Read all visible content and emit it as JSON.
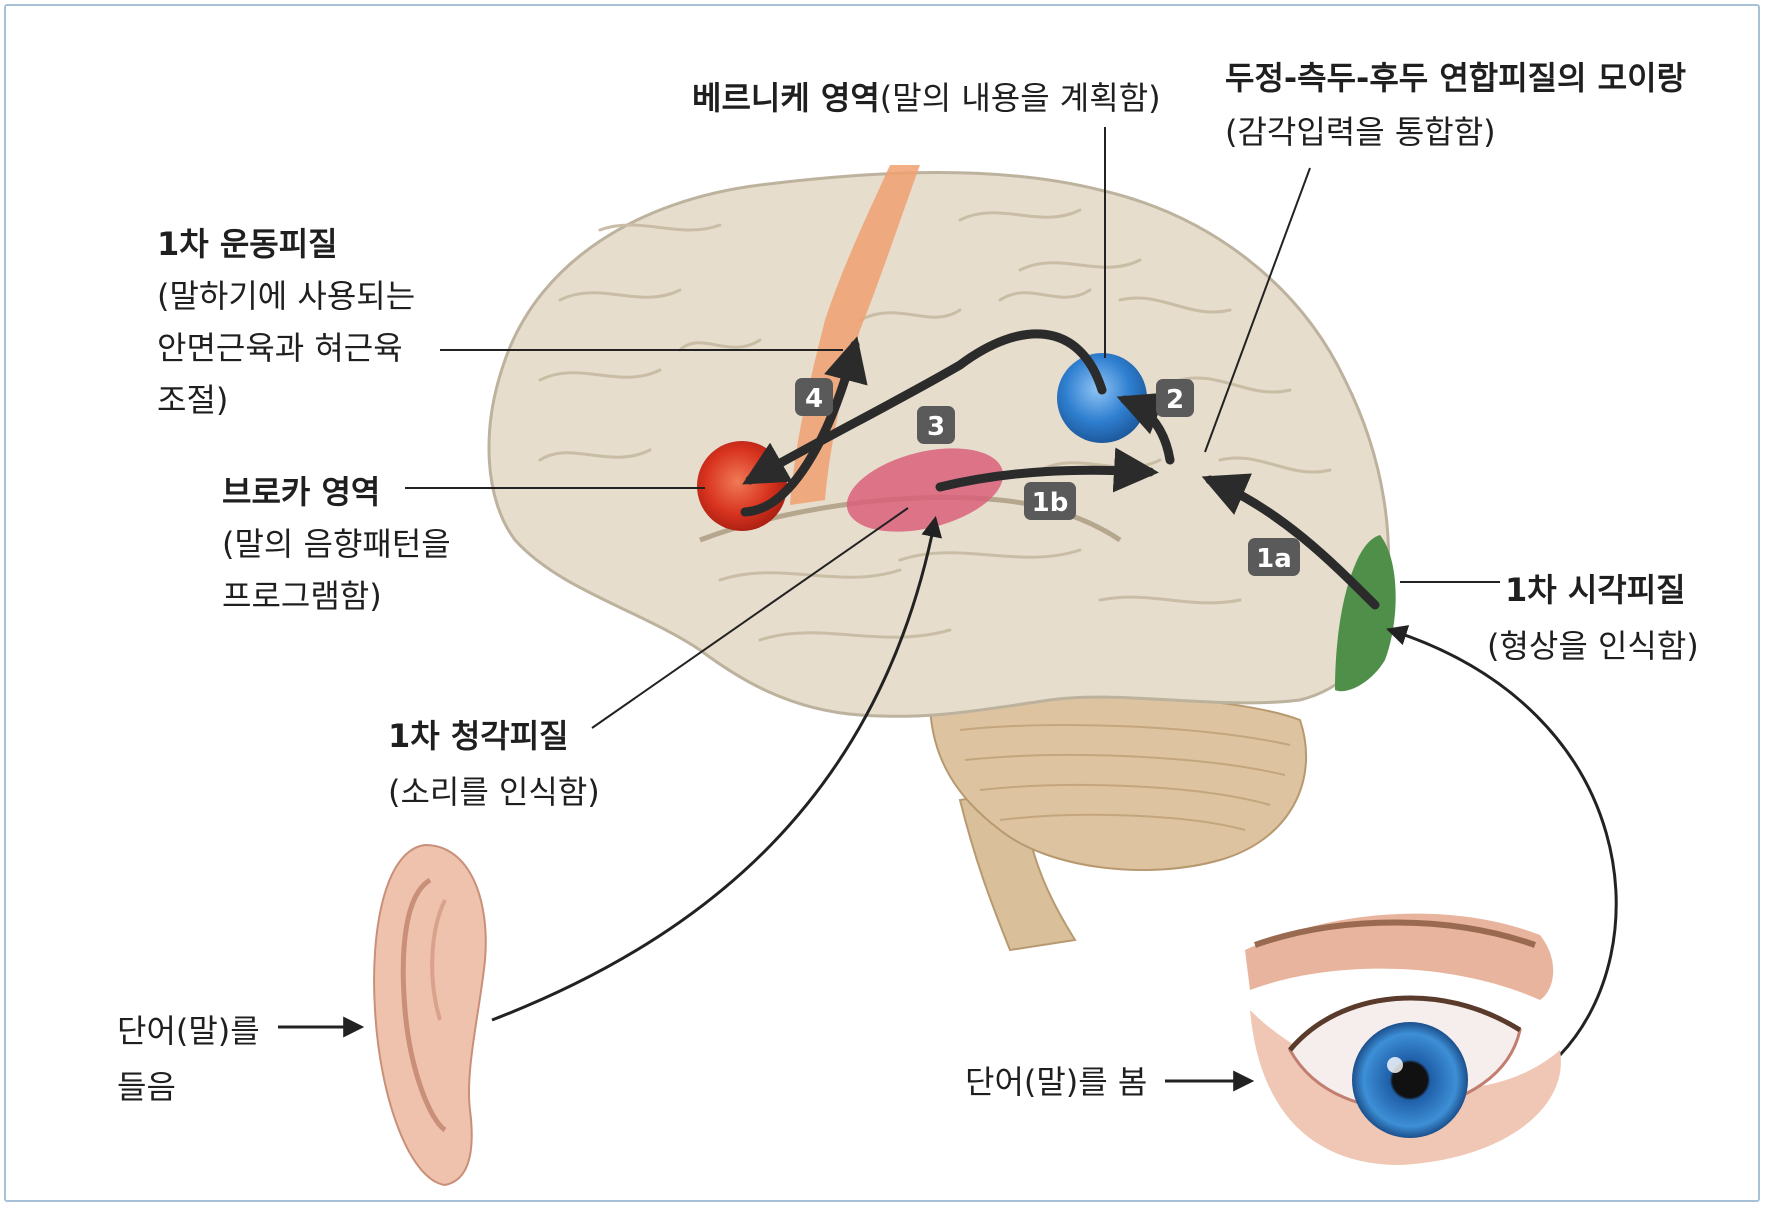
{
  "labels": {
    "wernicke_title": "베르니케 영역",
    "wernicke_desc": "(말의 내용을 계획함)",
    "angular_title": "두정-측두-후두 연합피질의 모이랑",
    "angular_desc": "(감각입력을 통합함)",
    "motor_title": "1차 운동피질",
    "motor_desc_1": "(말하기에 사용되는",
    "motor_desc_2": "안면근육과 혀근육",
    "motor_desc_3": "조절)",
    "broca_title": "브로카 영역",
    "broca_desc_1": "(말의 음향패턴을",
    "broca_desc_2": "프로그램함)",
    "visual_title": "1차 시각피질",
    "visual_desc": "(형상을 인식함)",
    "auditory_title": "1차 청각피질",
    "auditory_desc": "(소리를 인식함)",
    "hear_1": "단어(말)를",
    "hear_2": "들음",
    "see": "단어(말)를 봄"
  },
  "steps": {
    "s1a": "1a",
    "s1b": "1b",
    "s2": "2",
    "s3": "3",
    "s4": "4"
  },
  "colors": {
    "brain": "#e6ddcc",
    "motor_strip": "#f0a070",
    "wernicke": "#2f7fd0",
    "broca": "#d8331f",
    "auditory": "#d9607a",
    "visual": "#4f8f4a",
    "arrow": "#2b2b2b",
    "badge": "#5a5a5a",
    "frame": "#a9c1d8"
  }
}
